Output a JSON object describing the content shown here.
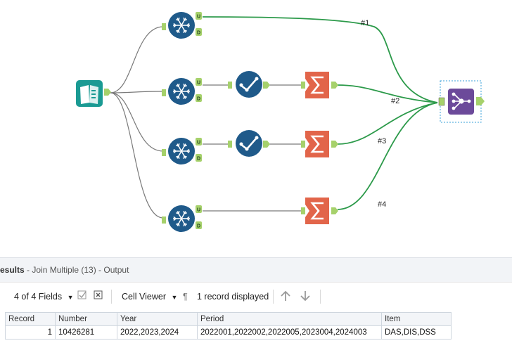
{
  "workflow": {
    "connection_labels": [
      "#1",
      "#2",
      "#3",
      "#4"
    ],
    "anchor_labels": {
      "unique": "U",
      "duplicate": "D"
    },
    "colors": {
      "input_teal": "#1a9a93",
      "unique_blue": "#1f5a8a",
      "select_blue": "#1f5a8a",
      "summarize_orange": "#e2654a",
      "join_purple": "#6c4a9a",
      "wire_green": "#2c9a4a",
      "wire_gray": "#7a7a7a",
      "anchor_green": "#a6d16b"
    }
  },
  "results": {
    "title": "esults",
    "subtitle": " - Join Multiple (13) - Output",
    "toolbar": {
      "fields": "4 of 4 Fields",
      "viewer": "Cell Viewer",
      "pilcrow": "¶",
      "records": "1 record displayed"
    },
    "columns": [
      "Record",
      "Number",
      "Year",
      "Period",
      "Item"
    ],
    "rows": [
      [
        "1",
        "10426281",
        "2022,2023,2024",
        "2022001,2022002,2022005,2023004,2024003",
        "DAS,DIS,DSS"
      ]
    ]
  }
}
